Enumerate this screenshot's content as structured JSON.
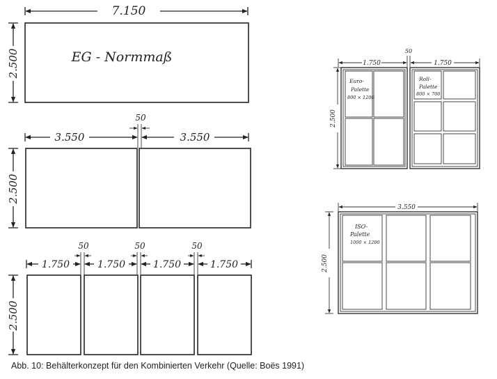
{
  "diagram": {
    "row1": {
      "width": "7.150",
      "height": "2.500",
      "label": "EG - Normmaß"
    },
    "row2": {
      "width_left": "3.550",
      "gap": "50",
      "width_right": "3.550",
      "height": "2.500"
    },
    "row3": {
      "widths": [
        "1.750",
        "1.750",
        "1.750",
        "1.750"
      ],
      "gaps": [
        "50",
        "50",
        "50"
      ],
      "height": "2.500"
    },
    "right_top": {
      "width_left": "1.750",
      "gap": "50",
      "width_right": "1.750",
      "height": "2.500",
      "left_label_1": "Euro-",
      "left_label_2": "Palette",
      "left_label_3": "800 × 1200",
      "right_label_1": "Roll-",
      "right_label_2": "Palette",
      "right_label_3": "800 × 700"
    },
    "right_bottom": {
      "width": "3.550",
      "height": "2.500",
      "label_1": "ISO-",
      "label_2": "Palette",
      "label_3": "1000 × 1200"
    }
  },
  "caption": "Abb. 10:  Behälterkonzept für den Kombinierten Verkehr (Quelle: Boës 1991)"
}
